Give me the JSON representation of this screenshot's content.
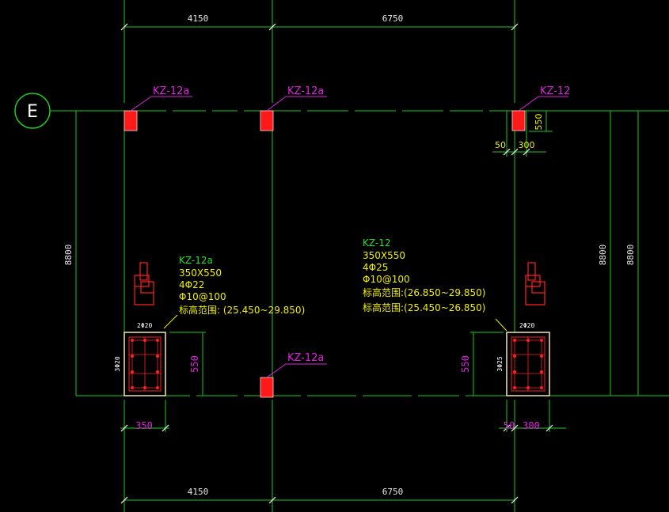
{
  "drawing": {
    "axis_label": "E",
    "top_dims": [
      "4150",
      "6750"
    ],
    "bottom_dims": [
      "4150",
      "6750"
    ],
    "side_dims": {
      "left": "8800",
      "right_inner": "8800",
      "right_outer": "8800"
    },
    "column_tags": {
      "c1": "KZ-12a",
      "c2": "KZ-12a",
      "c3": "KZ-12",
      "c4": "KZ-12a"
    },
    "c3_dims": {
      "height": "550",
      "offset": "50",
      "width": "300"
    },
    "left_note": {
      "name": "KZ-12a",
      "size": "350X550",
      "rebar": "4Φ22",
      "stirrup": "Φ10@100",
      "elev": "标高范围: (25.450~29.850)"
    },
    "mid_note": {
      "name": "KZ-12",
      "size": "350X550",
      "rebar": "4Φ25",
      "stirrup": "Φ10@100",
      "elev1": "标高范围:(26.850~29.850)",
      "elev2": "标高范围:(25.450~26.850)"
    },
    "left_detail": {
      "top_bars": "2Φ20",
      "side_bars": "3Φ20",
      "height": "550",
      "width": "350"
    },
    "right_detail": {
      "top_bars": "2Φ20",
      "side_bars": "3Φ25",
      "height": "550",
      "offset": "50",
      "width": "300"
    },
    "colors": {
      "grid": "#1ec81e",
      "column_fill": "#ff1a1a",
      "tag": "#e020e0",
      "note_name": "#22e022",
      "note_text": "#f0f000",
      "section_outline": "#f5e6b0",
      "rebar": "#ff2020",
      "leader": "#f0f000"
    }
  }
}
